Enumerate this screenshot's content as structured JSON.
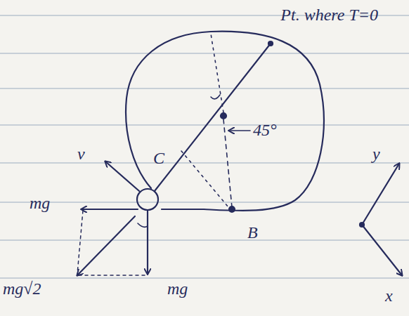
{
  "diagram": {
    "labels": [
      "Pt. where T=0",
      "v",
      "C",
      "45°",
      "mg",
      "mg√2",
      "mg",
      "B",
      "y",
      "x"
    ]
  }
}
